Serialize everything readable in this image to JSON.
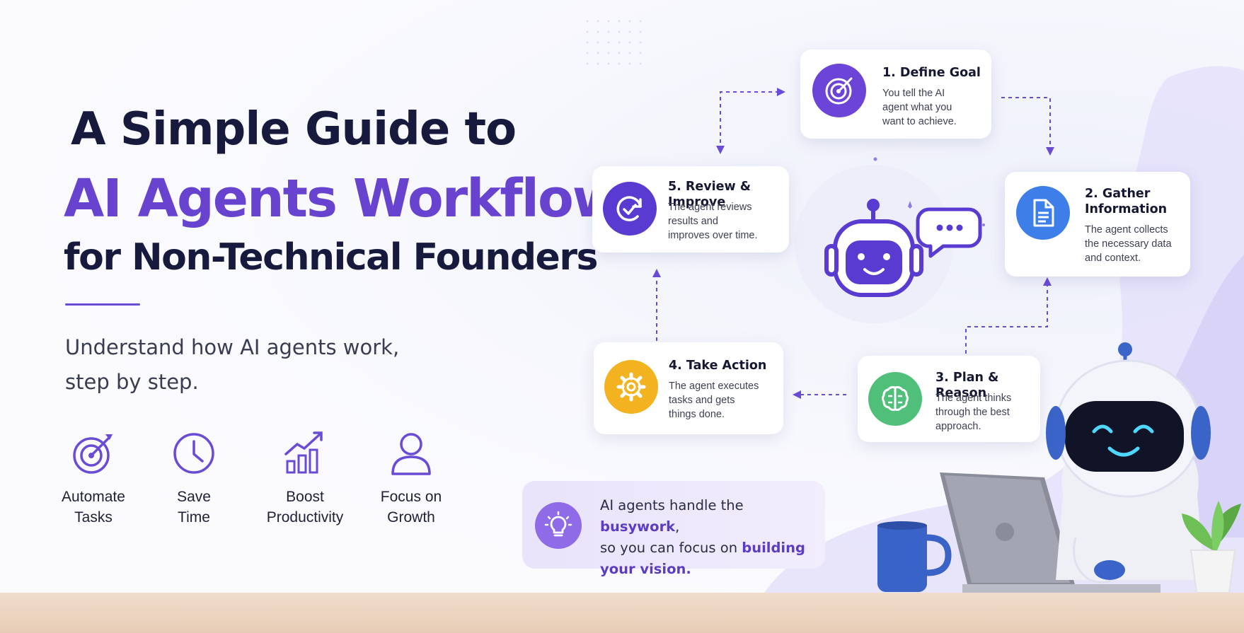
{
  "title": {
    "line1": "A Simple Guide to",
    "line2": "AI Agents Workflow",
    "line3": "for Non-Technical Founders"
  },
  "subtitle": {
    "line1": "Understand how AI agents work,",
    "line2": "step by step."
  },
  "benefits": [
    {
      "icon": "target-icon",
      "line1": "Automate",
      "line2": "Tasks"
    },
    {
      "icon": "clock-icon",
      "line1": "Save",
      "line2": "Time"
    },
    {
      "icon": "growth-chart-icon",
      "line1": "Boost",
      "line2": "Productivity"
    },
    {
      "icon": "person-icon",
      "line1": "Focus on",
      "line2": "Growth"
    }
  ],
  "steps": [
    {
      "icon": "target-icon",
      "title_line1": "1. Define Goal",
      "title_line2": "",
      "desc": [
        "You tell the AI",
        "agent what you",
        "want to achieve."
      ]
    },
    {
      "icon": "document-icon",
      "title_line1": "2. Gather",
      "title_line2": "Information",
      "desc": [
        "The agent collects",
        "the necessary data",
        "and context."
      ]
    },
    {
      "icon": "brain-icon",
      "title_line1": "3. Plan & Reason",
      "title_line2": "",
      "desc": [
        "The agent thinks",
        "through the best",
        "approach."
      ]
    },
    {
      "icon": "gear-icon",
      "title_line1": "4. Take Action",
      "title_line2": "",
      "desc": [
        "The agent executes",
        "tasks and gets",
        "things done."
      ]
    },
    {
      "icon": "refresh-check-icon",
      "title_line1": "5. Review & Improve",
      "title_line2": "",
      "desc": [
        "The agent reviews",
        "results and",
        "improves over time."
      ]
    }
  ],
  "callout": {
    "icon": "lightbulb-icon",
    "text1": "AI agents handle the ",
    "hl1": "busywork",
    "text2": ",",
    "text3": "so you can focus on ",
    "hl2": "building",
    "hl3": "your vision",
    "text4": "."
  },
  "colors": {
    "navy": "#171a3d",
    "purple": "#6743cf",
    "step1": "#6c45d8",
    "step2": "#3d7ee8",
    "step3": "#4fbf7a",
    "step4": "#f3b21f",
    "step5": "#5a3bd2"
  }
}
